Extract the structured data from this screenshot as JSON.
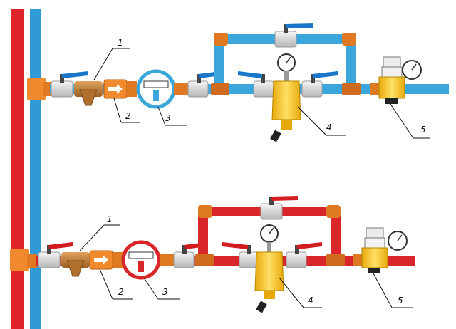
{
  "diagram": {
    "colors": {
      "cold": "#3aa6db",
      "hot": "#d8262a",
      "riser_hot": "#e0242b",
      "riser_cold": "#2f9ad6",
      "valve_body": "#e9e9e9",
      "handle_blue": "#1976c9",
      "handle_red": "#d21c1f",
      "bronze": "#c6843e",
      "orange": "#f08a2c",
      "brass": "#f3c418"
    },
    "icons": [
      "ball-valve-icon",
      "strainer-icon",
      "check-valve-icon",
      "water-meter-icon",
      "filter-icon",
      "pressure-gauge-icon",
      "pressure-regulator-icon"
    ],
    "cold_line": {
      "labels": {
        "strainer": "1",
        "check_valve": "2",
        "meter": "3",
        "filter": "4",
        "regulator": "5"
      }
    },
    "hot_line": {
      "labels": {
        "strainer": "1",
        "check_valve": "2",
        "meter": "3",
        "filter": "4",
        "regulator": "5"
      }
    }
  }
}
